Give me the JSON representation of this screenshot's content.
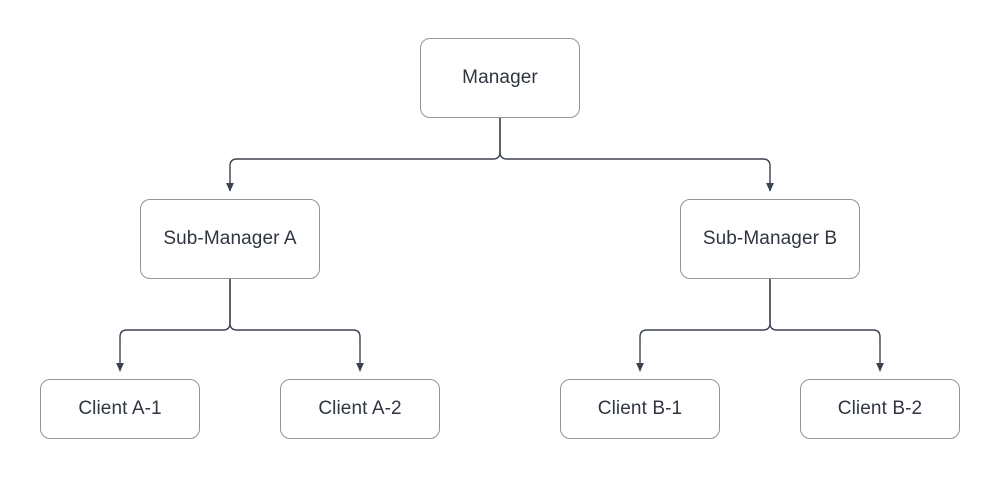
{
  "diagram": {
    "type": "org-chart",
    "background_color": "#ffffff",
    "stroke_color": "#8d959f",
    "edge_color": "#3b4250",
    "text_color": "#2f3640",
    "nodes": {
      "manager": {
        "label": "Manager"
      },
      "sub_manager_a": {
        "label": "Sub-Manager A"
      },
      "sub_manager_b": {
        "label": "Sub-Manager B"
      },
      "client_a1": {
        "label": "Client A-1"
      },
      "client_a2": {
        "label": "Client A-2"
      },
      "client_b1": {
        "label": "Client B-1"
      },
      "client_b2": {
        "label": "Client B-2"
      }
    },
    "edges": [
      {
        "from": "manager",
        "to": "sub_manager_a",
        "arrow": "triangle"
      },
      {
        "from": "manager",
        "to": "sub_manager_b",
        "arrow": "triangle"
      },
      {
        "from": "sub_manager_a",
        "to": "client_a1",
        "arrow": "triangle"
      },
      {
        "from": "sub_manager_a",
        "to": "client_a2",
        "arrow": "triangle"
      },
      {
        "from": "sub_manager_b",
        "to": "client_b1",
        "arrow": "triangle"
      },
      {
        "from": "sub_manager_b",
        "to": "client_b2",
        "arrow": "triangle"
      }
    ]
  }
}
